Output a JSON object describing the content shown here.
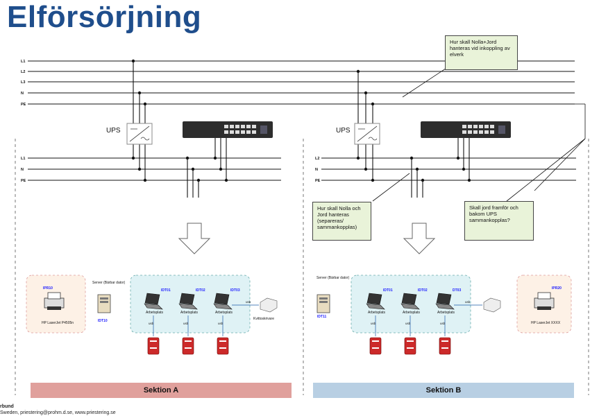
{
  "title": "Elförsörjning",
  "bus_top": [
    "L1",
    "L2",
    "L3",
    "N",
    "PE"
  ],
  "bus_low_a": [
    "L1",
    "N",
    "PE"
  ],
  "bus_low_b": [
    "L2",
    "N",
    "PE"
  ],
  "ups_label": "UPS",
  "notes": {
    "top_right": "Hur skall Nolla+Jord hanteras vid inkoppling av elverk",
    "middle": "Hur skall Nolla och Jord hanteras (separeras/ sammankopplas)",
    "right": "Skall jord framför och bakom UPS sammankopplas?"
  },
  "section_a": {
    "label": "Sektion A",
    "printer_id": "IPR10",
    "printer_name": "HP LaserJet P4505n",
    "server_label": "Server (Bärbar dator)",
    "server_id": "IDT10",
    "workstations": [
      {
        "id": "IDT01",
        "label": "Arbetsplats",
        "usb": "usb"
      },
      {
        "id": "IDT02",
        "label": "Arbetsplats",
        "usb": "usb"
      },
      {
        "id": "IDT03",
        "label": "Arbetsplats",
        "usb": "usb"
      }
    ],
    "kvitto_label": "Kvittoskrivare",
    "usb_side": "usb"
  },
  "section_b": {
    "label": "Sektion B",
    "printer_id": "IPR20",
    "printer_name": "HP LaserJet XXXX",
    "server_label": "Server (Bärbar dator)",
    "server_id": "IDT11",
    "workstations": [
      {
        "id": "IDT01",
        "label": "Arbetsplats",
        "usb": "usb"
      },
      {
        "id": "IDT02",
        "label": "Arbetsplats",
        "usb": "usb"
      },
      {
        "id": "DT03",
        "label": "Arbetsplats",
        "usb": "usb"
      }
    ],
    "usb_side": "usb"
  },
  "footer": {
    "line1": "rbund",
    "line2": "Sweden, priestering@prohm.d.se, www.priestering.se"
  },
  "colors": {
    "title": "#1f4e8c",
    "section_a": "#e0a09c",
    "section_b": "#b8cfe3",
    "note_fill": "#e9f3d9",
    "zone_fill": "#dff2f5",
    "printer_zone_fill": "#fdf1e6",
    "id_text": "#1a1aff"
  }
}
